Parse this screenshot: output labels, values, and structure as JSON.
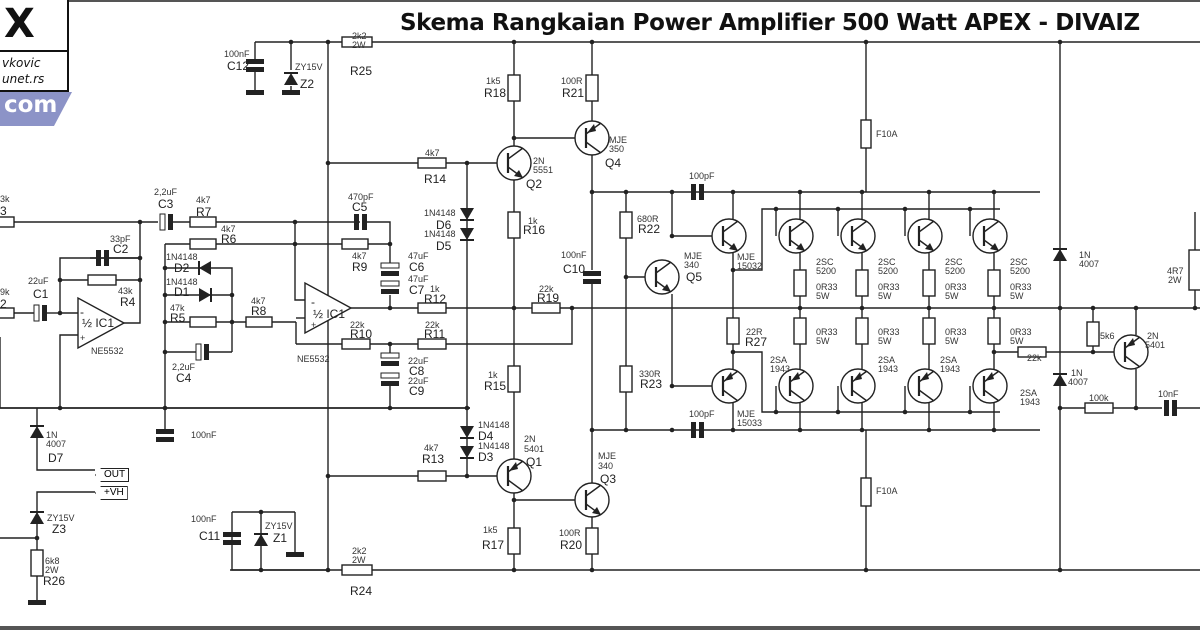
{
  "title": "Skema Rangkaian Power Amplifier 500 Watt APEX - DIVAIZ",
  "logo": {
    "mark": "X",
    "line1": "vkovic",
    "line2": "unet.rs",
    "domain": "com"
  },
  "terminals": {
    "out": "OUT",
    "vh": "+VH"
  },
  "labels": {
    "r3": {
      "value": "3k",
      "ref": "3"
    },
    "r2": {
      "value": "9k",
      "ref": "2"
    },
    "c1": {
      "value": "22uF",
      "ref": "C1"
    },
    "c2": {
      "value": "33pF",
      "ref": "C2"
    },
    "r4": {
      "value": "43k",
      "ref": "R4"
    },
    "ic1a": {
      "name": "½ IC1",
      "part": "NE5532",
      "minus": "-",
      "plus": "+"
    },
    "c3": {
      "value": "2,2uF",
      "ref": "C3"
    },
    "r7": {
      "value": "4k7",
      "ref": "R7"
    },
    "r6": {
      "value": "4k7",
      "ref": "R6"
    },
    "d2": {
      "value": "1N4148",
      "ref": "D2"
    },
    "d1": {
      "value": "1N4148",
      "ref": "D1"
    },
    "r5": {
      "value": "47k",
      "ref": "R5"
    },
    "r8": {
      "value": "4k7",
      "ref": "R8"
    },
    "c4": {
      "value": "2,2uF",
      "ref": "C4"
    },
    "ic1b": {
      "name": "½ IC1",
      "part": "NE5532",
      "minus": "-",
      "plus": "+"
    },
    "c5": {
      "value": "470pF",
      "ref": "C5"
    },
    "r9": {
      "value": "4k7",
      "ref": "R9"
    },
    "c6": {
      "value": "47uF",
      "ref": "C6"
    },
    "c7": {
      "value": "47uF",
      "ref": "C7"
    },
    "r12": {
      "value": "1k",
      "ref": "R12"
    },
    "r10": {
      "value": "22k",
      "ref": "R10"
    },
    "r11": {
      "value": "22k",
      "ref": "R11"
    },
    "c8": {
      "value": "22uF",
      "ref": "C8"
    },
    "c9": {
      "value": "22uF",
      "ref": "C9"
    },
    "c12": {
      "value": "100nF",
      "ref": "C12"
    },
    "z2": {
      "value": "ZY15V",
      "ref": "Z2"
    },
    "r25": {
      "value": "2k2",
      "power": "2W",
      "ref": "R25"
    },
    "r14": {
      "value": "4k7",
      "ref": "R14"
    },
    "d6": {
      "value": "1N4148",
      "ref": "D6"
    },
    "d5": {
      "value": "1N4148",
      "ref": "D5"
    },
    "d4": {
      "value": "1N4148",
      "ref": "D4"
    },
    "d3": {
      "value": "1N4148",
      "ref": "D3"
    },
    "r13": {
      "value": "4k7",
      "ref": "R13"
    },
    "r18": {
      "value": "1k5",
      "ref": "R18"
    },
    "r21": {
      "value": "100R",
      "ref": "R21"
    },
    "q2": {
      "part1": "2N",
      "part2": "5551",
      "ref": "Q2"
    },
    "q4": {
      "part1": "MJE",
      "part2": "350",
      "ref": "Q4"
    },
    "r16": {
      "value": "1k",
      "ref": "R16"
    },
    "c10": {
      "value": "100nF",
      "ref": "C10"
    },
    "r19": {
      "value": "22k",
      "ref": "R19"
    },
    "r15": {
      "value": "1k",
      "ref": "R15"
    },
    "q1": {
      "part1": "2N",
      "part2": "5401",
      "ref": "Q1"
    },
    "q3": {
      "part1": "MJE",
      "part2": "340",
      "ref": "Q3"
    },
    "r17": {
      "value": "1k5",
      "ref": "R17"
    },
    "r20": {
      "value": "100R",
      "ref": "R20"
    },
    "c_bypass": {
      "value": "100nF"
    },
    "c11": {
      "value": "100nF",
      "ref": "C11"
    },
    "z1": {
      "value": "ZY15V",
      "ref": "Z1"
    },
    "r24": {
      "value": "2k2",
      "power": "2W",
      "ref": "R24"
    },
    "d7": {
      "value1": "1N",
      "value2": "4007",
      "ref": "D7"
    },
    "z3": {
      "value": "ZY15V",
      "ref": "Z3"
    },
    "r26": {
      "value": "6k8",
      "power": "2W",
      "ref": "R26"
    },
    "c_top": {
      "value": "100pF"
    },
    "c_bot": {
      "value": "100pF"
    },
    "r22": {
      "value": "680R",
      "ref": "R22"
    },
    "r23": {
      "value": "330R",
      "ref": "R23"
    },
    "q5": {
      "part1": "MJE",
      "part2": "340",
      "ref": "Q5"
    },
    "mje15032": {
      "part1": "MJE",
      "part2": "15032"
    },
    "mje15033": {
      "part1": "MJE",
      "part2": "15033"
    },
    "r27": {
      "value": "22R",
      "ref": "R27"
    },
    "npn_out": {
      "part1": "2SC",
      "part2": "5200"
    },
    "pnp_out": {
      "part1": "2SA",
      "part2": "1943"
    },
    "emitter_r": {
      "value": "0R33",
      "power": "5W"
    },
    "fuse_top": {
      "value": "F10A"
    },
    "fuse_bot": {
      "value": "F10A"
    },
    "d_prot_top": {
      "value1": "1N",
      "value2": "4007"
    },
    "d_prot_bot": {
      "value1": "1N",
      "value2": "4007"
    },
    "r_22k_prot": {
      "value": "22k"
    },
    "r_5k6": {
      "value": "5k6"
    },
    "r_100k": {
      "value": "100k"
    },
    "q_prot": {
      "part1": "2N",
      "part2": "5401"
    },
    "c_10nf": {
      "value": "10nF"
    },
    "r_4r7": {
      "value": "4R7",
      "power": "2W"
    }
  }
}
